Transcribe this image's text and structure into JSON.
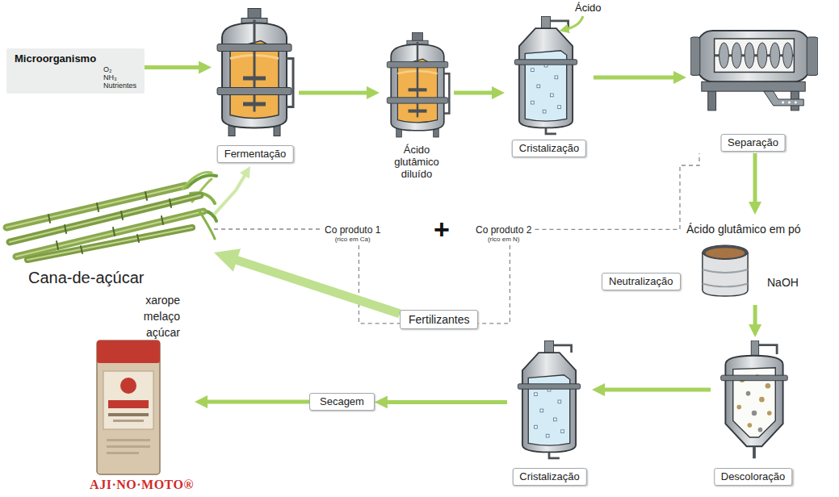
{
  "diagram": {
    "nodes": [
      {
        "text": [
          "Microorganismo",
          "O₂",
          "NH₃",
          "Nutrientes"
        ]
      },
      {
        "text": [
          "Fermentação"
        ]
      },
      {
        "text": [
          "Ácido glutâmico diluído"
        ]
      },
      {
        "text": [
          "Cristalização"
        ]
      },
      {
        "text": [
          "Separação"
        ]
      },
      {
        "text": [
          "Ácido glutâmico em pó",
          "Neutralização",
          "NaOH"
        ]
      },
      {
        "text": [
          "Descoloração"
        ]
      },
      {
        "text": [
          "Cristalização"
        ]
      },
      {
        "text": [
          "Secagem"
        ]
      },
      {
        "text": [
          "AJI·NO·MOTO®"
        ]
      },
      {
        "text": [
          "Cana-de-açúcar",
          "xarope melaço açúcar"
        ]
      },
      {
        "text": [
          "Co produto 1",
          "(rico em Ca)"
        ]
      },
      {
        "text": [
          "Co produto 2",
          "(rico em N)"
        ]
      },
      {
        "text": [
          "Fertilizantes"
        ]
      }
    ],
    "edges": [
      {
        "from": 0,
        "to": 1,
        "arrow": "to"
      },
      {
        "from": 10,
        "to": 1,
        "arrow": "to"
      },
      {
        "from": 1,
        "to": 2,
        "arrow": "to"
      },
      {
        "from": 2,
        "to": 3,
        "arrow": "to"
      },
      {
        "from": 3,
        "to": 4,
        "arrow": "to"
      },
      {
        "from": 4,
        "to": 5,
        "arrow": "to"
      },
      {
        "from": 5,
        "to": 6,
        "arrow": "to"
      },
      {
        "from": 6,
        "to": 7,
        "arrow": "to"
      },
      {
        "from": 7,
        "to": 8,
        "arrow": "to"
      },
      {
        "from": 8,
        "to": 9,
        "arrow": "to"
      },
      {
        "from": 10,
        "to": 11,
        "arrow": "none"
      },
      {
        "from": 12,
        "to": 4,
        "arrow": "none"
      },
      {
        "from": 11,
        "to": 13,
        "arrow": "none"
      },
      {
        "from": 12,
        "to": 13,
        "arrow": "none"
      },
      {
        "from": 13,
        "to": 10,
        "arrow": "to"
      }
    ],
    "labels": [
      "Ácido",
      "+"
    ]
  }
}
